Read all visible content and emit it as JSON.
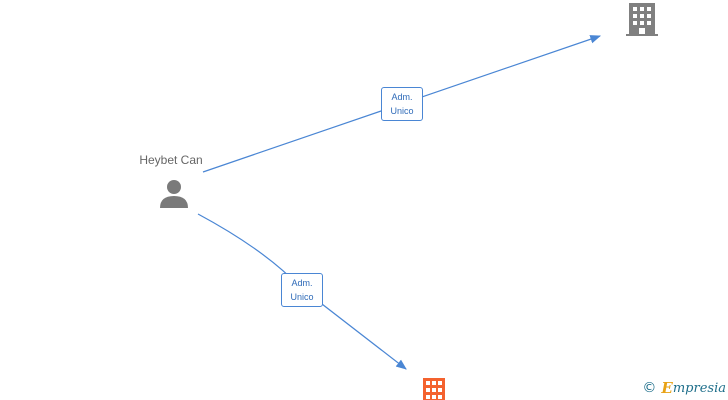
{
  "person": {
    "name": "Heybet Can",
    "icon": "person-icon"
  },
  "companies": [
    {
      "icon": "building-icon",
      "color": "#808080"
    },
    {
      "icon": "building-icon",
      "color": "#f4622e"
    }
  ],
  "relations": [
    {
      "line1": "Adm.",
      "line2": "Unico"
    },
    {
      "line1": "Adm.",
      "line2": "Unico"
    }
  ],
  "watermark": {
    "symbol": "©",
    "brand_initial": "E",
    "brand_rest": "mpresia"
  },
  "colors": {
    "edge": "#4a86d4",
    "person": "#7a7a7a"
  }
}
